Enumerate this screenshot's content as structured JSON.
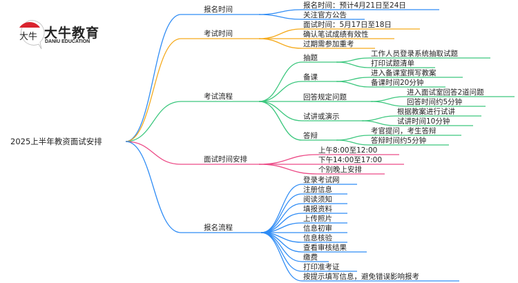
{
  "logo": {
    "name_cn": "大牛教育",
    "name_en": "DANIU EDUCATION",
    "mark_text": "大牛"
  },
  "colors": {
    "blue": "#2f8cf5",
    "orange": "#f5aa1c",
    "green": "#3cc77e",
    "pink": "#ec4a86"
  },
  "root": "2025上半年教资面试安排",
  "branches": [
    {
      "label": "报名时间",
      "color": "blue",
      "children": [
        {
          "label": "报名时间：预计4月21日至24日"
        },
        {
          "label": "关注官方公告"
        }
      ]
    },
    {
      "label": "考试时间",
      "color": "orange",
      "children": [
        {
          "label": "面试时间：5月17日至18日"
        },
        {
          "label": "确认笔试成绩有效性"
        },
        {
          "label": "过期需参加重考"
        }
      ]
    },
    {
      "label": "考试流程",
      "color": "green",
      "children": [
        {
          "label": "抽题",
          "children": [
            {
              "label": "工作人员登录系统抽取试题"
            },
            {
              "label": "打印试题清单"
            }
          ]
        },
        {
          "label": "备课",
          "children": [
            {
              "label": "进入备课室撰写教案"
            },
            {
              "label": "备课时间20分钟"
            }
          ]
        },
        {
          "label": "回答规定问题",
          "children": [
            {
              "label": "进入面试室回答2道问题"
            },
            {
              "label": "回答时间约5分钟"
            }
          ]
        },
        {
          "label": "试讲或演示",
          "children": [
            {
              "label": "根据教案进行试讲"
            },
            {
              "label": "试讲时间10分钟"
            }
          ]
        },
        {
          "label": "答辩",
          "children": [
            {
              "label": "考官提问，考生答辩"
            },
            {
              "label": "答辩时间约5分钟"
            }
          ]
        }
      ]
    },
    {
      "label": "面试时间安排",
      "color": "pink",
      "children": [
        {
          "label": "上午8:00至12:00"
        },
        {
          "label": "下午14:00至17:00"
        },
        {
          "label": "个别晚上安排"
        }
      ]
    },
    {
      "label": "报名流程",
      "color": "blue",
      "children": [
        {
          "label": "登录考试网"
        },
        {
          "label": "注册信息"
        },
        {
          "label": "阅读须知"
        },
        {
          "label": "填报资料"
        },
        {
          "label": "上传照片"
        },
        {
          "label": "信息初审"
        },
        {
          "label": "信息核验"
        },
        {
          "label": "查看审核结果"
        },
        {
          "label": "缴费"
        },
        {
          "label": "打印准考证"
        },
        {
          "label": "按提示填写信息，避免错误影响报考"
        }
      ]
    }
  ]
}
